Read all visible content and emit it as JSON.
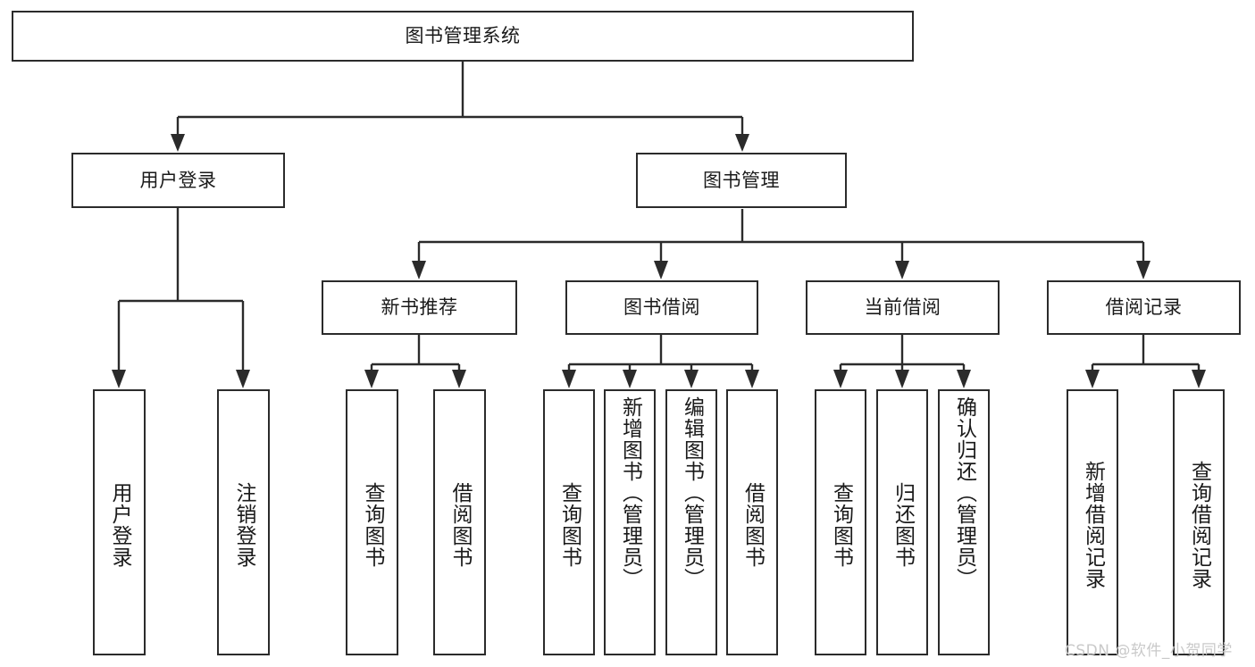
{
  "diagram": {
    "type": "tree",
    "title": "图书管理系统",
    "orientation": "top-down",
    "levels": 4,
    "stroke_color": "#2b2b2b",
    "background_color": "#ffffff",
    "text_color": "#1a1a1a"
  },
  "root": {
    "label": "图书管理系统"
  },
  "level2": [
    {
      "label": "用户登录"
    },
    {
      "label": "图书管理"
    }
  ],
  "level3": [
    {
      "label": "新书推荐"
    },
    {
      "label": "图书借阅"
    },
    {
      "label": "当前借阅"
    },
    {
      "label": "借阅记录"
    }
  ],
  "leaves": {
    "user_login": [
      {
        "label": "用户登录"
      },
      {
        "label": "注销登录"
      }
    ],
    "new_book_recommend": [
      {
        "label": "查询图书"
      },
      {
        "label": "借阅图书"
      }
    ],
    "book_borrow": [
      {
        "label": "查询图书"
      },
      {
        "label": "新增图书（管理员）"
      },
      {
        "label": "编辑图书（管理员）"
      },
      {
        "label": "借阅图书"
      }
    ],
    "current_borrow": [
      {
        "label": "查询图书"
      },
      {
        "label": "归还图书"
      },
      {
        "label": "确认归还（管理员）"
      }
    ],
    "borrow_record": [
      {
        "label": "新增借阅记录"
      },
      {
        "label": "查询借阅记录"
      }
    ]
  },
  "watermark": {
    "text": "CSDN @软件_小贺同学"
  }
}
